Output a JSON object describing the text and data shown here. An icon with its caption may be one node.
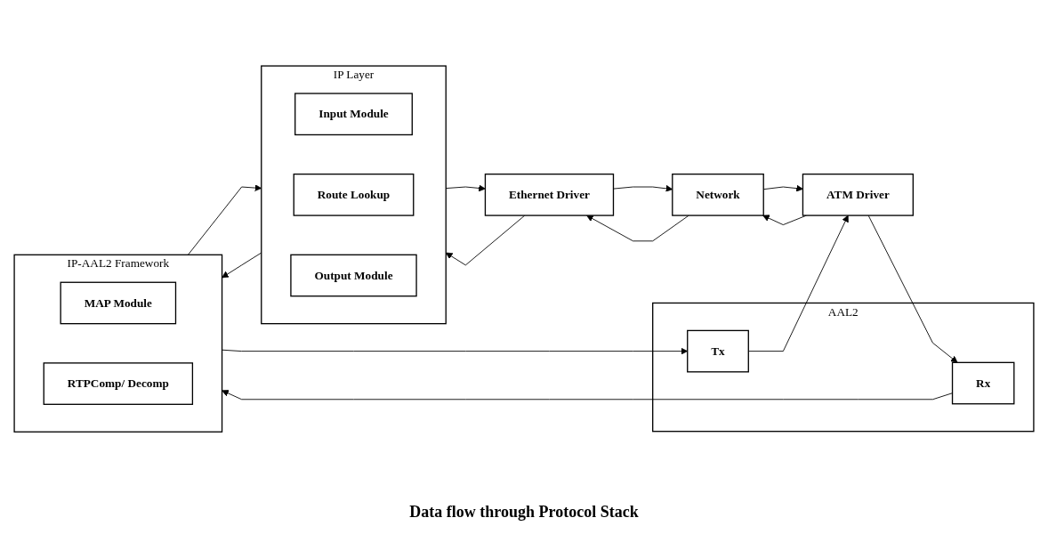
{
  "diagram": {
    "nodes": [
      {
        "text": [
          "IP Layer"
        ]
      },
      {
        "text": [
          "Input Module"
        ],
        "in": 0
      },
      {
        "text": [
          "Route Lookup"
        ],
        "in": 0
      },
      {
        "text": [
          "Output Module"
        ],
        "in": 0
      },
      {
        "text": [
          "IP-AAL2 Framework"
        ]
      },
      {
        "text": [
          "MAP Module"
        ],
        "in": 4
      },
      {
        "text": [
          "RTPComp/ Decomp"
        ],
        "in": 4
      },
      {
        "text": [
          "AAL2"
        ]
      },
      {
        "text": [
          "Tx"
        ],
        "in": 7
      },
      {
        "text": [
          "Rx"
        ],
        "in": 7
      },
      {
        "text": [
          "Ethernet Driver"
        ]
      },
      {
        "text": [
          "ATM Driver"
        ]
      },
      {
        "text": [
          "Network"
        ]
      }
    ],
    "edges": [
      {
        "from": 10,
        "to": 0,
        "arrow": "to"
      },
      {
        "from": 0,
        "to": 10,
        "arrow": "to"
      },
      {
        "from": 0,
        "to": 4,
        "arrow": "to"
      },
      {
        "from": 4,
        "to": 0,
        "arrow": "to"
      },
      {
        "from": 4,
        "to": 8,
        "arrow": "to"
      },
      {
        "from": 9,
        "to": 4,
        "arrow": "to"
      },
      {
        "from": 8,
        "to": 11,
        "arrow": "to"
      },
      {
        "from": 11,
        "to": 9,
        "arrow": "to"
      },
      {
        "from": 12,
        "to": 10,
        "arrow": "to"
      },
      {
        "from": 10,
        "to": 12,
        "arrow": "to"
      },
      {
        "from": 12,
        "to": 11,
        "arrow": "to"
      },
      {
        "from": 11,
        "to": 12,
        "arrow": "to"
      }
    ],
    "caption": "Data flow through Protocol Stack"
  }
}
